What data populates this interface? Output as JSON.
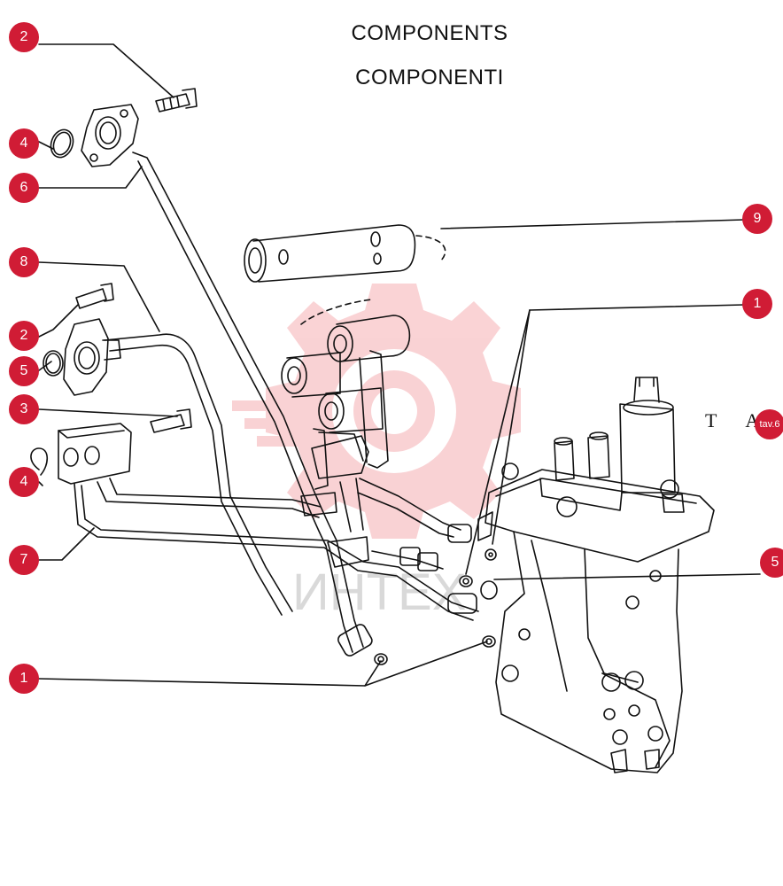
{
  "header": {
    "title_en": "COMPONENTS",
    "title_it": "COMPONENTI"
  },
  "side_label": "T A",
  "callouts": [
    {
      "id": "c2a",
      "label": "2"
    },
    {
      "id": "c4a",
      "label": "4"
    },
    {
      "id": "c6",
      "label": "6"
    },
    {
      "id": "c8",
      "label": "8"
    },
    {
      "id": "c2b",
      "label": "2"
    },
    {
      "id": "c5a",
      "label": "5"
    },
    {
      "id": "c3",
      "label": "3"
    },
    {
      "id": "c4b",
      "label": "4"
    },
    {
      "id": "c7",
      "label": "7"
    },
    {
      "id": "c1a",
      "label": "1"
    },
    {
      "id": "c9",
      "label": "9"
    },
    {
      "id": "c1b",
      "label": "1"
    },
    {
      "id": "ctav",
      "label": "tav.6"
    },
    {
      "id": "c5b",
      "label": "5"
    }
  ],
  "watermark": {
    "text": "ИНТЕХ",
    "color": "#e8353f"
  },
  "colors": {
    "marker": "#d01c35",
    "line": "#111111"
  }
}
